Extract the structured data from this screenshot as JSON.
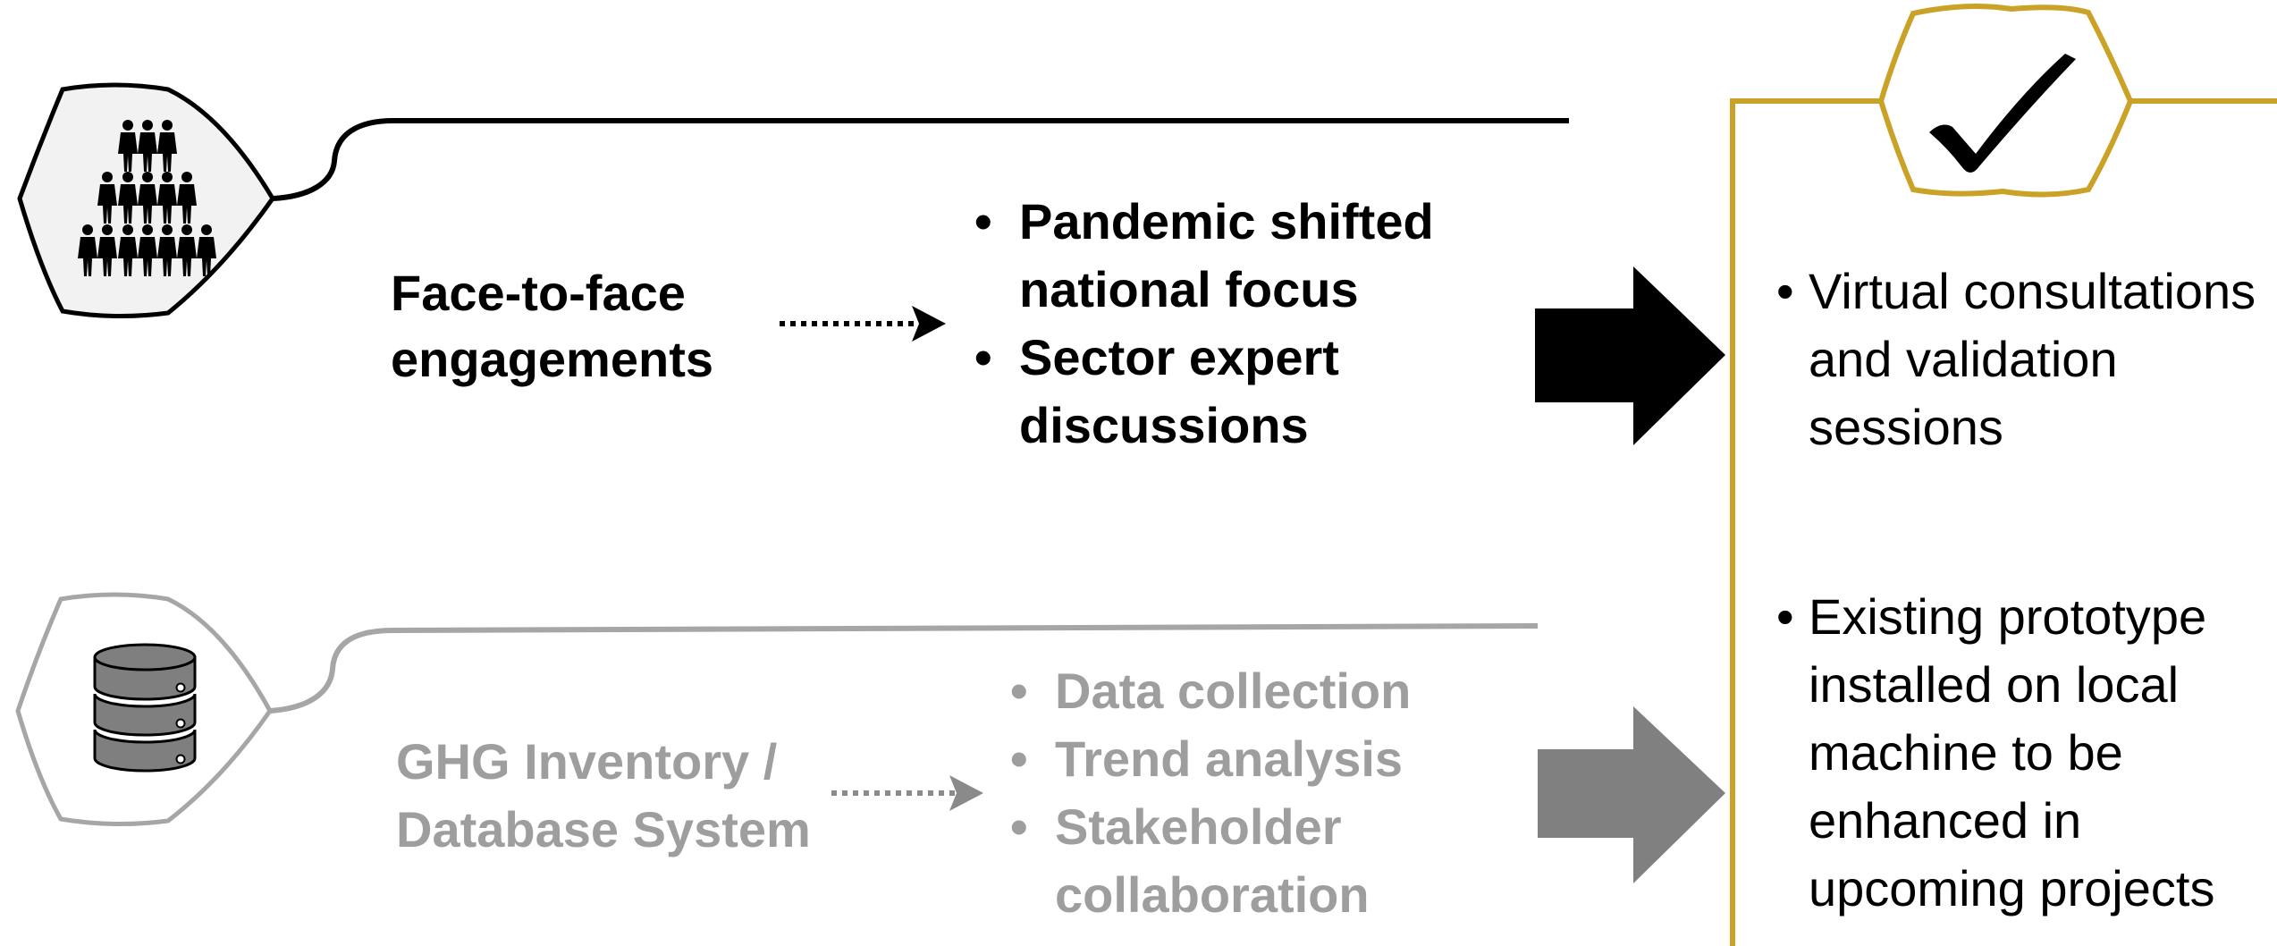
{
  "rows": [
    {
      "icon": "people-pyramid-icon",
      "label_line1": "Face-to-face",
      "label_line2": "engagements",
      "bullets": [
        "Pandemic shifted national focus",
        "Sector expert discussions"
      ]
    },
    {
      "icon": "database-icon",
      "label_line1": "GHG Inventory /",
      "label_line2": "Database System",
      "bullets": [
        "Data collection",
        "Trend analysis",
        "Stakeholder collaboration"
      ]
    }
  ],
  "outcome": {
    "icon": "checkmark-icon",
    "items": [
      "Virtual consultations and validation sessions",
      "Existing prototype installed on local machine to be enhanced in upcoming projects"
    ]
  },
  "colors": {
    "primary": "#000000",
    "muted": "#9e9e9e",
    "muted_arrow": "#808080",
    "accent_gold": "#c9a227",
    "hex_fill": "#f2f2f2"
  }
}
